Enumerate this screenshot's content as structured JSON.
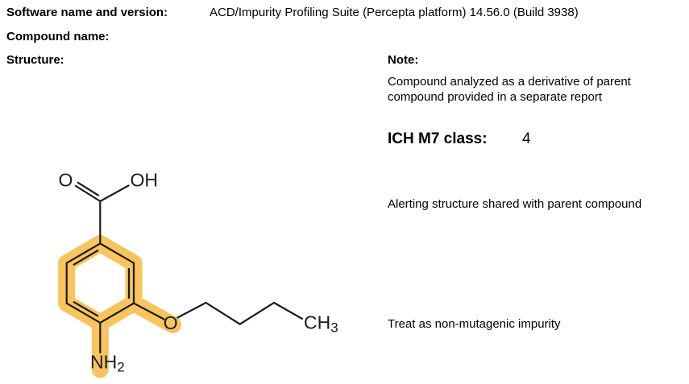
{
  "report": {
    "software_label": "Software name and version:",
    "software_value": "ACD/Impurity Profiling Suite (Percepta platform) 14.56.0 (Build 3938)",
    "compound_name_label": "Compound name:",
    "structure_label": "Structure:",
    "note_label": "Note:",
    "note_lines": [
      "Compound analyzed as a derivative of parent",
      "compound provided in a separate report"
    ],
    "ich_m7_label": "ICH M7 class:",
    "ich_m7_value": "4",
    "alerting_text": "Alerting structure shared with parent compound",
    "treat_text": "Treat as non-mutagenic impurity"
  },
  "structure": {
    "atoms": {
      "carboxyl_o": "O",
      "hydroxyl": "OH",
      "ether_o": "O",
      "amine_main": "NH",
      "amine_sub": "2",
      "methyl_main": "CH",
      "methyl_sub": "3"
    },
    "highlight_color": "#F9C45E",
    "bond_color": "#1b1b1b"
  }
}
